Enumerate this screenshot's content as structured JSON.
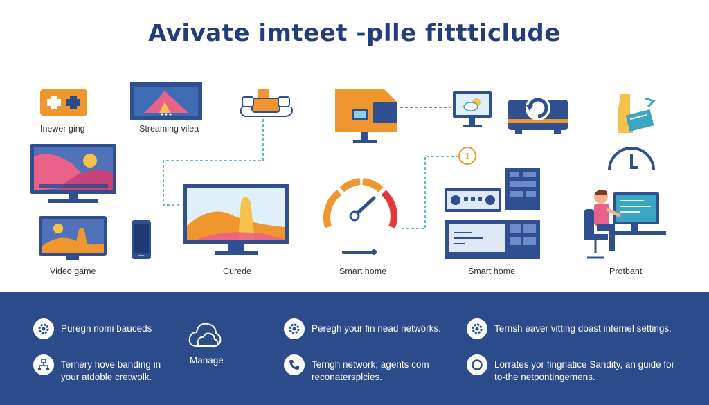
{
  "title": "Avivate imteet -plle fittticlude",
  "items": {
    "gaming": "Inewer ging",
    "streaming": "Streaming vilea",
    "video_game": "Video game",
    "curede": "Curede",
    "smart_home_1": "Smart home",
    "smart_home_2": "Smart home",
    "protbant": "Protbant",
    "badge": "1"
  },
  "footer": {
    "items": [
      {
        "lines": [
          "Puregn nomi bauceds"
        ],
        "icon": "gear-icon"
      },
      {
        "lines": [
          "Manage"
        ],
        "icon": "cloud-icon"
      },
      {
        "lines": [
          "Peregh your fin nead netwörks."
        ],
        "icon": "gear-icon"
      },
      {
        "lines": [
          "Ternsh eaver vitting doast internel settings."
        ],
        "icon": "gear-icon"
      },
      {
        "lines": [
          "Ternery hove banding in",
          "your atdoble cretwolk."
        ],
        "icon": "network-icon"
      },
      {
        "lines": [
          "Terngh network; agents com",
          "reconatersplcies."
        ],
        "icon": "phone-icon"
      },
      {
        "lines": [
          "Lorrates yor fingnatice Sandity, an guide for",
          "to-the netpontingemens."
        ],
        "icon": "circle-icon"
      }
    ]
  },
  "colors": {
    "navy": "#233d7a",
    "footer": "#2b4b8b",
    "orange": "#f0962e",
    "teal": "#3aa6c4",
    "blue": "#2f4f90"
  }
}
